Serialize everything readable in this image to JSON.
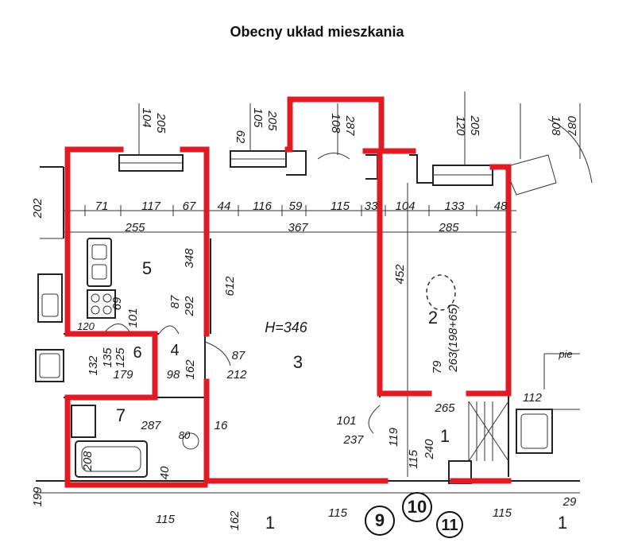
{
  "title": "Obecny układ mieszkania",
  "colors": {
    "highlight": "#e01b24",
    "ink": "#1a1a1a"
  },
  "rooms": {
    "r1": "1",
    "r2": "2",
    "r3": "3",
    "r4": "4",
    "r5": "5",
    "r6": "6",
    "r7": "7",
    "height": "H=346",
    "bottom_1a": "1",
    "bottom_1b": "1",
    "n9": "9",
    "n10": "10",
    "n11": "11"
  },
  "dims_top": {
    "d71": "71",
    "d117": "117",
    "d67": "67",
    "d44": "44",
    "d116": "116",
    "d59": "59",
    "d115": "115",
    "d33": "33",
    "d104": "104",
    "d133": "133",
    "d48": "48",
    "d255": "255",
    "d367": "367",
    "d285": "285"
  },
  "dims_vertical": {
    "v104": "104",
    "v205a": "205",
    "v62": "62",
    "v105": "105",
    "v205b": "205",
    "v108": "108",
    "v287": "287",
    "v120": "120",
    "v205c": "205",
    "v108b": "108",
    "v087": "087",
    "v202": "202",
    "v348": "348",
    "v612": "612",
    "v452": "452",
    "v263": "263(198+65)",
    "v292": "292",
    "v87": "87",
    "v69": "69",
    "v101": "101",
    "v132": "132",
    "v135": "135",
    "v125": "125",
    "v162": "162",
    "v199": "199",
    "v162b": "162",
    "v240": "240",
    "v115": "115",
    "v119": "119",
    "v79": "79",
    "v208": "208",
    "v40": "40"
  },
  "dims_misc": {
    "m87": "87",
    "m212": "212",
    "m179": "179",
    "m98": "98",
    "m287": "287",
    "m16": "16",
    "m101": "101",
    "m237": "237",
    "m265": "265",
    "m112": "112",
    "m115": "115",
    "m115b": "115",
    "m115c": "115",
    "m29": "29",
    "m120": "120",
    "m80": "80",
    "pie": "pie"
  }
}
